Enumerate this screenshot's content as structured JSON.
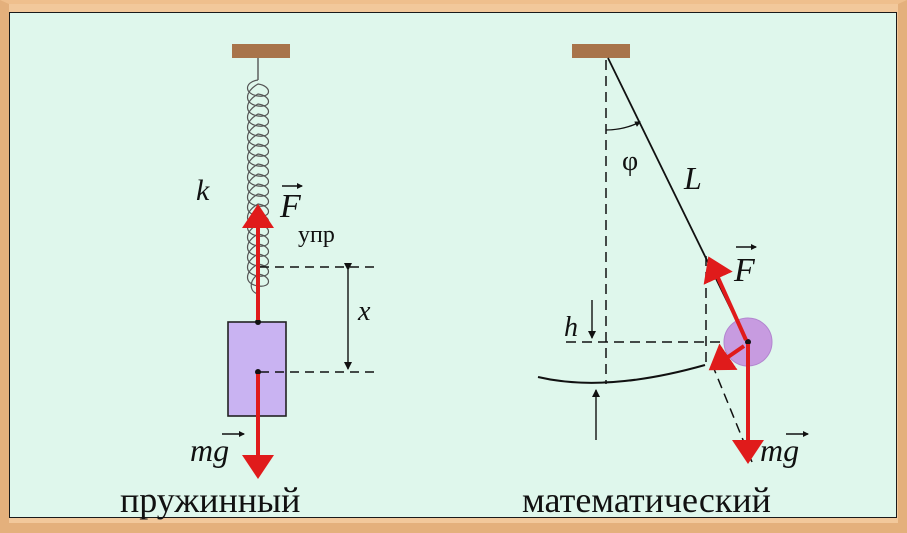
{
  "colors": {
    "frame": "#e4b07c",
    "background": "#dff7ec",
    "ceiling": "#a8744a",
    "force_arrow": "#e01b1b",
    "block_fill": "#c9b3f2",
    "bob_fill": "#c79be0"
  },
  "spring_pendulum": {
    "caption": "пружинный",
    "label_k": "k",
    "label_F": "F",
    "label_F_sub": "упр",
    "label_x": "x",
    "label_mg": "mg"
  },
  "math_pendulum": {
    "caption": "математический",
    "label_phi": "φ",
    "label_L": "L",
    "label_F": "F",
    "label_h": "h",
    "label_mg": "mg"
  }
}
